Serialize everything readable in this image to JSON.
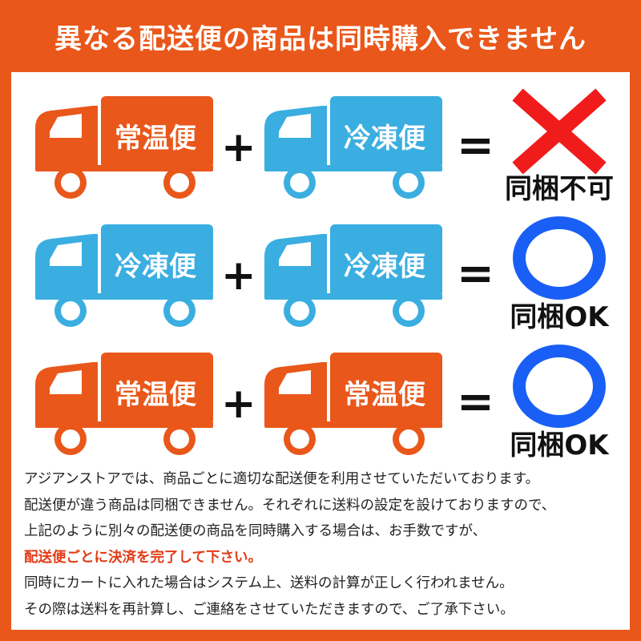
{
  "header": {
    "title": "異なる配送便の商品は同時購入できません"
  },
  "colors": {
    "frame": "#e9571a",
    "normal": "#e9571a",
    "frozen": "#3aaee0",
    "ok_ring": "#1a5ff5",
    "ng_cross": "#f01c1c"
  },
  "rows": [
    {
      "left": {
        "label": "常温便",
        "color": "#e9571a"
      },
      "right": {
        "label": "冷凍便",
        "color": "#3aaee0"
      },
      "plus": "+",
      "equals": "=",
      "result": {
        "icon": "cross-icon",
        "label": "同梱不可"
      }
    },
    {
      "left": {
        "label": "冷凍便",
        "color": "#3aaee0"
      },
      "right": {
        "label": "冷凍便",
        "color": "#3aaee0"
      },
      "plus": "+",
      "equals": "=",
      "result": {
        "icon": "circle-icon",
        "label": "同梱OK"
      }
    },
    {
      "left": {
        "label": "常温便",
        "color": "#e9571a"
      },
      "right": {
        "label": "常温便",
        "color": "#e9571a"
      },
      "plus": "+",
      "equals": "=",
      "result": {
        "icon": "circle-icon",
        "label": "同梱OK"
      }
    }
  ],
  "notes": [
    "アジアンストアでは、商品ごとに適切な配送便を利用させていただいております。",
    "配送便が違う商品は同梱できません。それぞれに送料の設定を設けておりますので、",
    "上記のように別々の配送便の商品を同時購入する場合は、お手数ですが、",
    "配送便ごとに決済を完了して下さい。",
    "同時にカートに入れた場合はシステム上、送料の計算が正しく行われません。",
    "その際は送料を再計算し、ご連絡をさせていただきますので、ご了承下さい。"
  ]
}
